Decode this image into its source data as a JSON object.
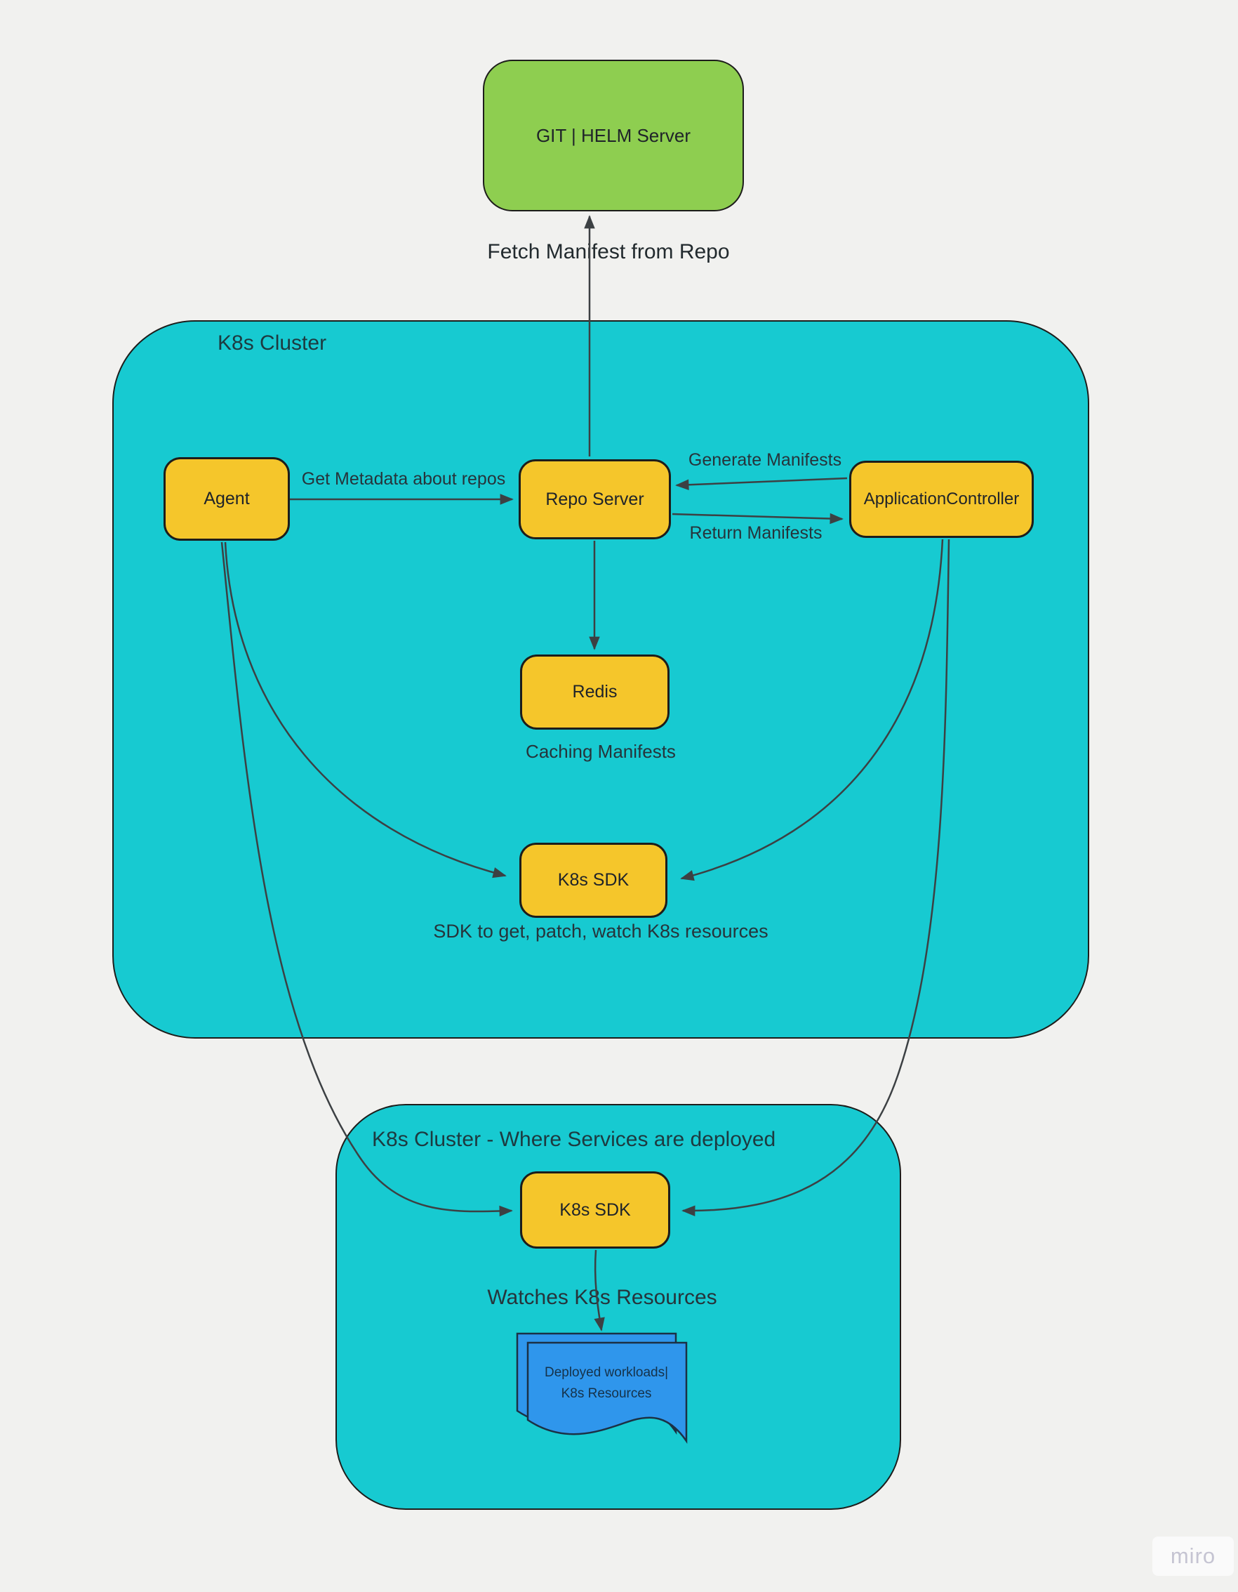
{
  "clusters": {
    "main": {
      "title": "K8s Cluster"
    },
    "deploy": {
      "title": "K8s Cluster - Where Services are deployed"
    }
  },
  "nodes": {
    "git_helm": {
      "label": "GIT | HELM Server"
    },
    "agent": {
      "label": "Agent"
    },
    "repo_server": {
      "label": "Repo Server"
    },
    "app_controller": {
      "label": "ApplicationController"
    },
    "redis": {
      "label": "Redis"
    },
    "k8s_sdk_1": {
      "label": "K8s SDK"
    },
    "k8s_sdk_2": {
      "label": "K8s SDK"
    },
    "workloads_doc": {
      "line1": "Deployed workloads|",
      "line2": "K8s Resources"
    }
  },
  "edge_labels": {
    "fetch_manifest": "Fetch Manifest from Repo",
    "get_metadata": "Get Metadata about repos",
    "generate_manifests": "Generate Manifests",
    "return_manifests": "Return Manifests",
    "caching_manifests": "Caching Manifests",
    "sdk_description": "SDK to get, patch, watch K8s resources",
    "watches_resources": "Watches K8s Resources"
  },
  "colors": {
    "background": "#F1F1EF",
    "cluster_fill": "#17CAD1",
    "node_fill": "#F5C62B",
    "external_fill": "#8ECE50",
    "document_fill": "#2F96EC",
    "shape_border": "#1D1D1B",
    "arrow": "#3C4043",
    "text": "#26343B"
  },
  "watermark": {
    "label": "miro"
  }
}
